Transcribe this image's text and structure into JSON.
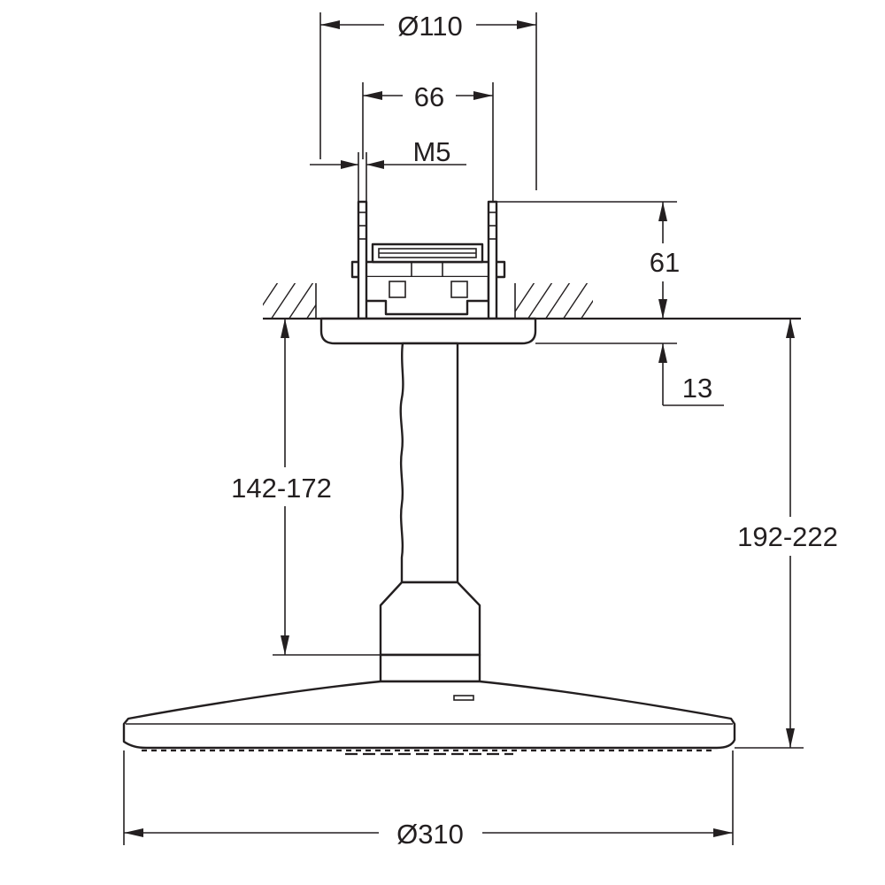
{
  "dimensions": {
    "outer_flange_diameter": "Ø110",
    "bolt_spacing": "66",
    "thread": "M5",
    "mount_height": "61",
    "flange_thickness": "13",
    "arm_length": "142-172",
    "overall_drop": "192-222",
    "head_diameter": "Ø310"
  },
  "colors": {
    "line": "#231f20",
    "background": "#ffffff"
  }
}
